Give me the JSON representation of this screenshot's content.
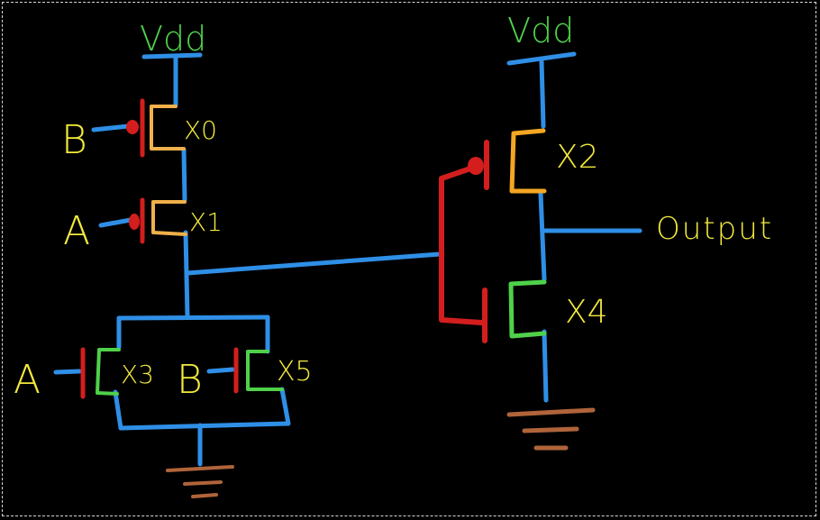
{
  "labels": {
    "vdd_left": "Vdd",
    "vdd_right": "Vdd",
    "input_b_top": "B",
    "input_a_top": "A",
    "input_a_bottom": "A",
    "input_b_bottom": "B",
    "x0": "X0",
    "x1": "X1",
    "x2": "X2",
    "x3": "X3",
    "x4": "X4",
    "x5": "X5",
    "output": "Output"
  },
  "colors": {
    "background": "#000000",
    "wire": "#2f8fe6",
    "vdd_text": "#4fd14a",
    "label_text": "#f2ea3c",
    "pmos_gate": "#d41e1e",
    "nmos_gate": "#d41e1e",
    "pmos_body_left": "#f0b04a",
    "pmos_body_right": "#f5a623",
    "nmos_body": "#4fd14a",
    "ground": "#b0643a"
  }
}
